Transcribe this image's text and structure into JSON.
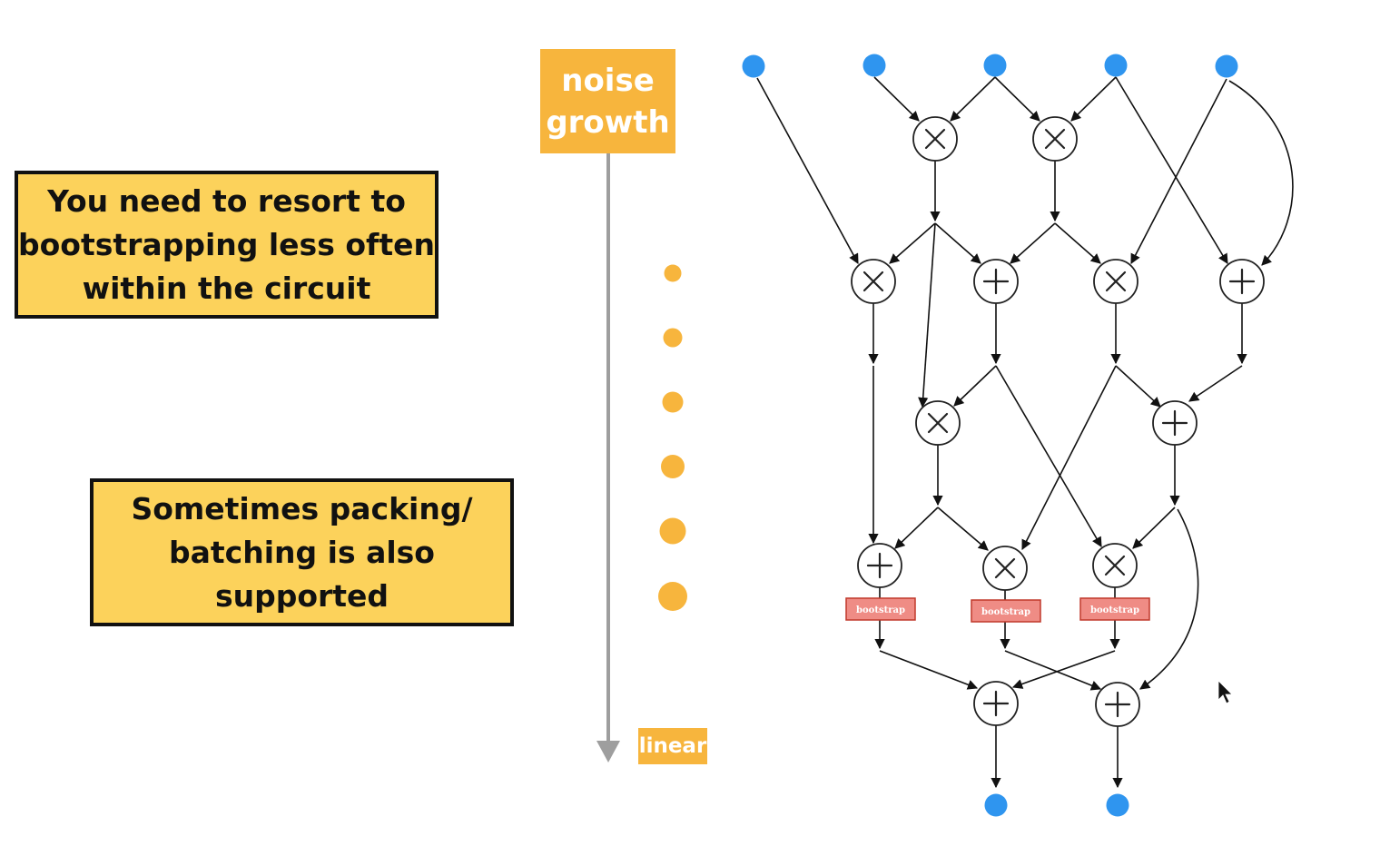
{
  "callouts": {
    "bootstrapping": "You need to resort to\nbootstrapping less often\nwithin the circuit",
    "packing": "Sometimes packing/\nbatching is also\nsupported"
  },
  "noise_axis": {
    "top_label": "noise\ngrowth",
    "bottom_label": "linear"
  },
  "circuit": {
    "bootstrap_label": "bootstrap",
    "operators": {
      "multiply": "×",
      "add": "+"
    }
  },
  "colors": {
    "input_node": "#2f95ef",
    "noise_dot": "#f7b53d",
    "callout_fill": "#fcd25b",
    "label_fill": "#f7b53d",
    "bootstrap_fill": "#ef8c85",
    "axis": "#9e9e9e"
  }
}
